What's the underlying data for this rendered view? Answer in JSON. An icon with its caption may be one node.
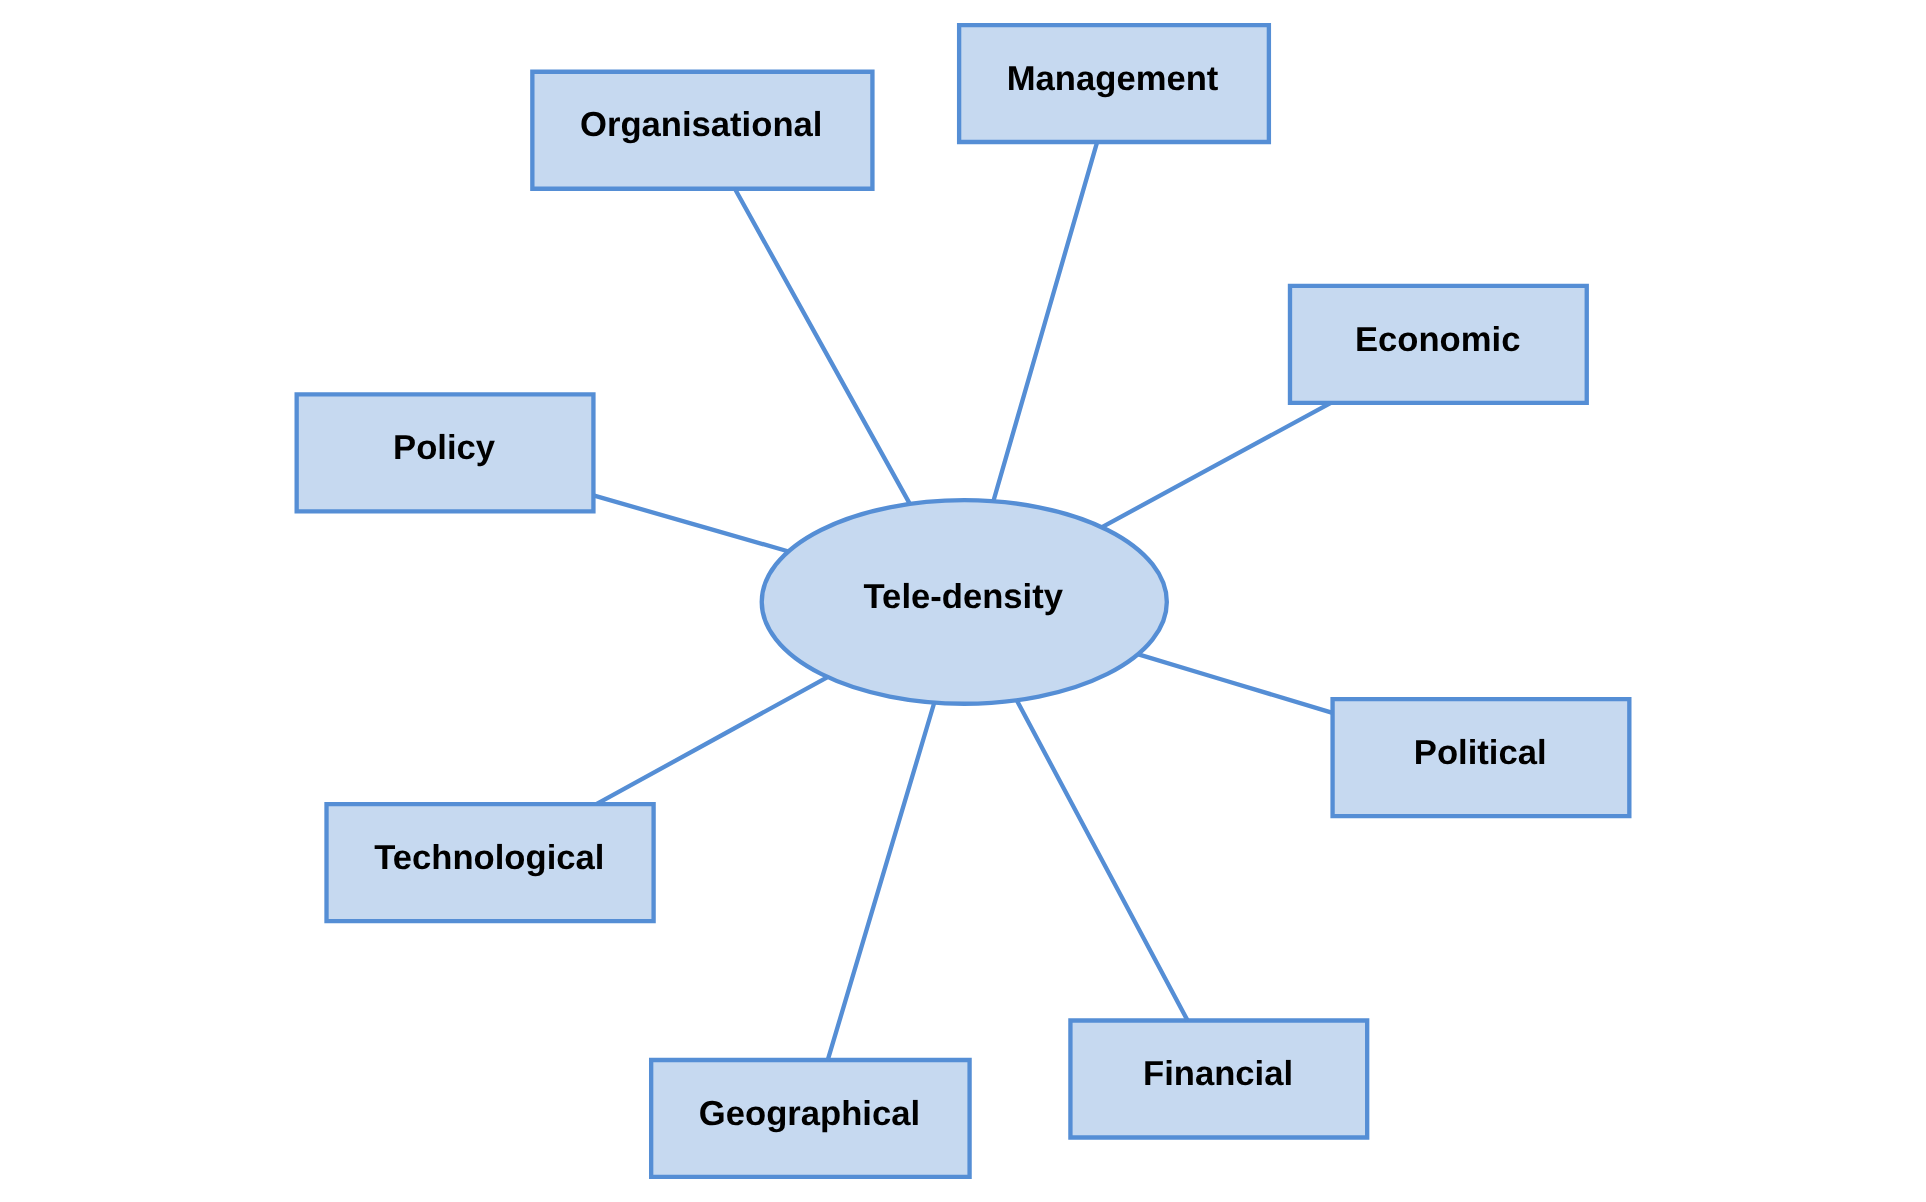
{
  "diagram": {
    "nodes": [
      {
        "text": [
          "Policy"
        ]
      },
      {
        "text": [
          "Economic"
        ]
      },
      {
        "text": [
          "Financial"
        ]
      },
      {
        "text": [
          "Management"
        ]
      },
      {
        "text": [
          "Tele-density"
        ]
      },
      {
        "text": [
          "Organisational"
        ]
      },
      {
        "text": [
          "Technological"
        ]
      },
      {
        "text": [
          "Political"
        ]
      },
      {
        "text": [
          "Geographical"
        ]
      }
    ],
    "edges": [
      {
        "from": 4,
        "to": 0,
        "arrow": "none"
      },
      {
        "from": 4,
        "to": 1,
        "arrow": "none"
      },
      {
        "from": 4,
        "to": 2,
        "arrow": "none"
      },
      {
        "from": 4,
        "to": 3,
        "arrow": "none"
      },
      {
        "from": 4,
        "to": 5,
        "arrow": "none"
      },
      {
        "from": 4,
        "to": 6,
        "arrow": "none"
      },
      {
        "from": 4,
        "to": 7,
        "arrow": "none"
      },
      {
        "from": 4,
        "to": 8,
        "arrow": "none"
      }
    ]
  }
}
